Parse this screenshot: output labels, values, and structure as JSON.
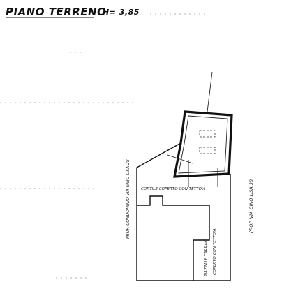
{
  "title": {
    "floor": "PIANO TERRENO",
    "height": "H= 3,85"
  },
  "labels": {
    "courtyard": "CORTILE COPERTO CON TETTOIA",
    "parking": "PIAZZALE CARRAIO",
    "parking_sub": "COPERTO CON TETTOIA",
    "left_property": "PROP. CONDOMINIO VIA GINO LISA 28",
    "right_property": "PROP. VIA GINO LISA 38"
  }
}
